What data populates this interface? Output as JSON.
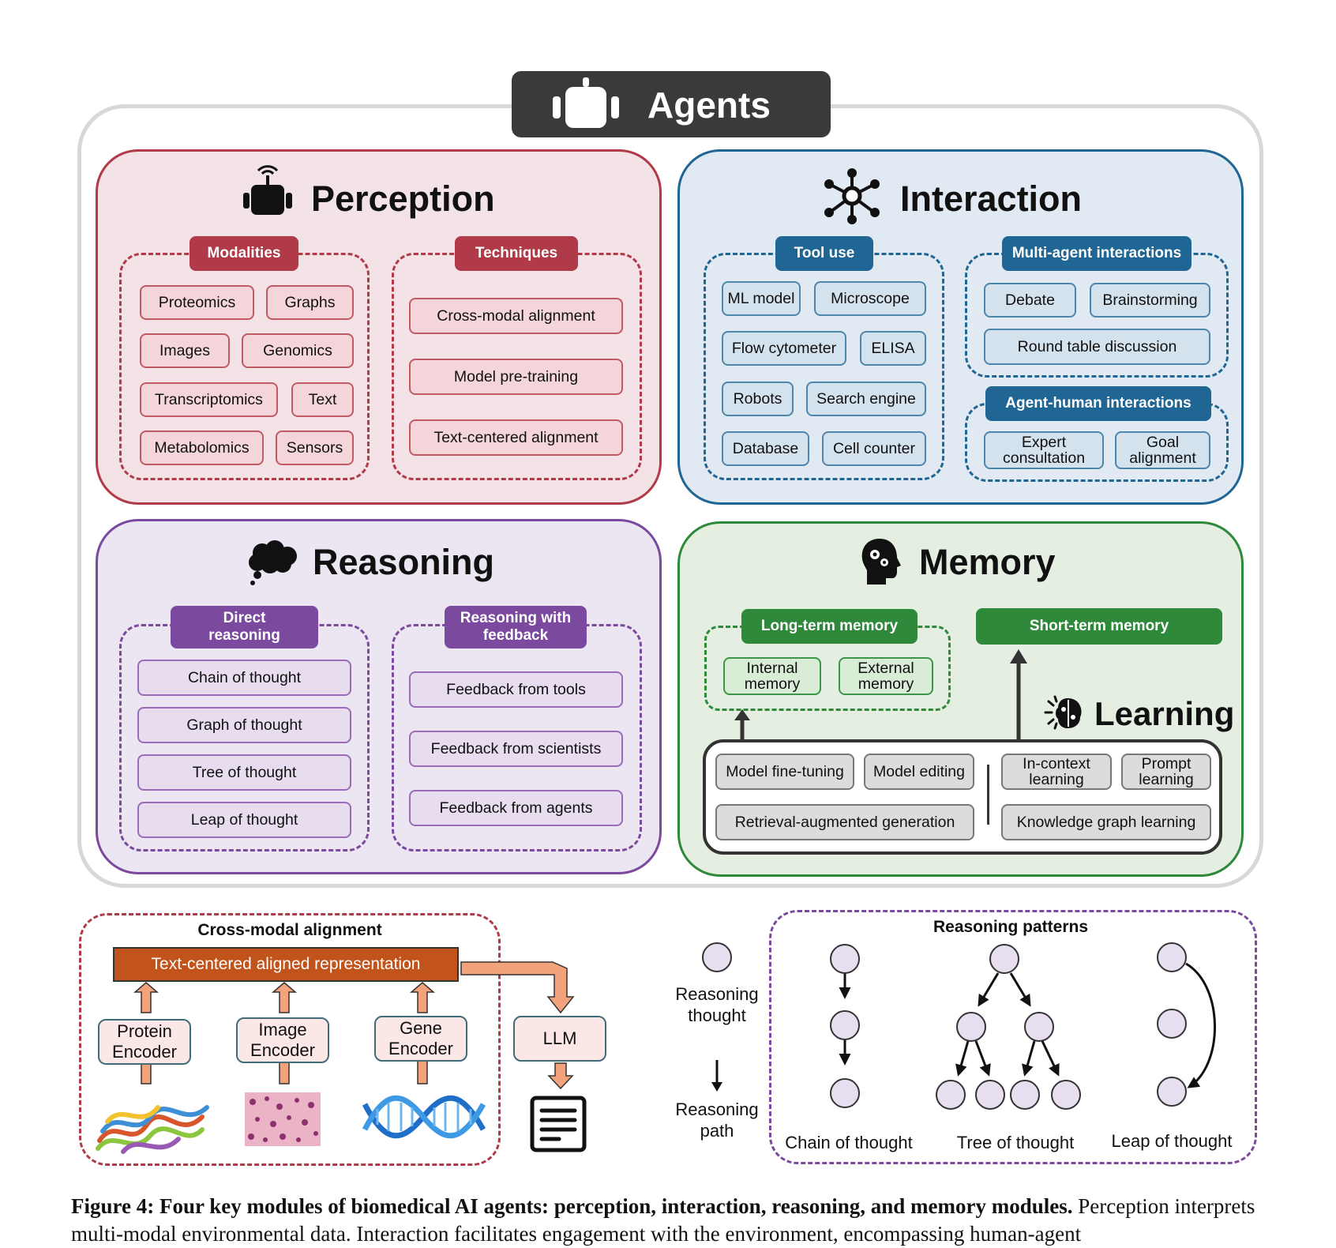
{
  "agents": {
    "title": "Agents"
  },
  "perception": {
    "title": "Perception",
    "modalities": {
      "label": "Modalities",
      "items": [
        "Proteomics",
        "Graphs",
        "Images",
        "Genomics",
        "Transcriptomics",
        "Text",
        "Metabolomics",
        "Sensors"
      ]
    },
    "techniques": {
      "label": "Techniques",
      "items": [
        "Cross-modal alignment",
        "Model pre-training",
        "Text-centered alignment"
      ]
    }
  },
  "interaction": {
    "title": "Interaction",
    "tool_use": {
      "label": "Tool use",
      "items": [
        "ML model",
        "Microscope",
        "Flow cytometer",
        "ELISA",
        "Robots",
        "Search engine",
        "Database",
        "Cell counter"
      ]
    },
    "multi_agent": {
      "label": "Multi-agent interactions",
      "items": [
        "Debate",
        "Brainstorming",
        "Round table discussion"
      ]
    },
    "agent_human": {
      "label": "Agent-human interactions",
      "items": [
        "Expert consultation",
        "Goal alignment"
      ]
    }
  },
  "reasoning": {
    "title": "Reasoning",
    "direct": {
      "label": "Direct reasoning",
      "items": [
        "Chain of thought",
        "Graph of thought",
        "Tree of thought",
        "Leap of thought"
      ]
    },
    "feedback": {
      "label": "Reasoning with feedback",
      "items": [
        "Feedback from tools",
        "Feedback from scientists",
        "Feedback from agents"
      ]
    }
  },
  "memory": {
    "title": "Memory",
    "long_term": {
      "label": "Long-term memory",
      "items": [
        "Internal memory",
        "External memory"
      ]
    },
    "short_term": {
      "label": "Short-term memory"
    },
    "learning": {
      "title": "Learning",
      "items": [
        "Model fine-tuning",
        "Model editing",
        "In-context learning",
        "Prompt learning",
        "Retrieval-augmented generation",
        "Knowledge graph learning"
      ]
    }
  },
  "cross_modal": {
    "title": "Cross-modal alignment",
    "representation": "Text-centered aligned representation",
    "encoders": [
      "Protein Encoder",
      "Image Encoder",
      "Gene Encoder"
    ],
    "llm": "LLM"
  },
  "legend": {
    "node": "Reasoning thought",
    "path": "Reasoning path"
  },
  "patterns": {
    "title": "Reasoning patterns",
    "items": [
      "Chain of thought",
      "Tree of thought",
      "Leap of thought"
    ]
  },
  "caption": {
    "bold": "Figure 4: Four key modules of biomedical AI agents: perception, interaction, reasoning, and memory modules.",
    "text": " Perception interprets multi-modal environmental data. Interaction facilitates engagement with the environment, encompassing human-agent"
  },
  "colors": {
    "perception": "#b03a48",
    "interaction": "#1f6694",
    "reasoning": "#7b4a9e",
    "memory": "#2e8a3a",
    "title_bar": "#3a3a3a",
    "representation": "#c2531b"
  }
}
